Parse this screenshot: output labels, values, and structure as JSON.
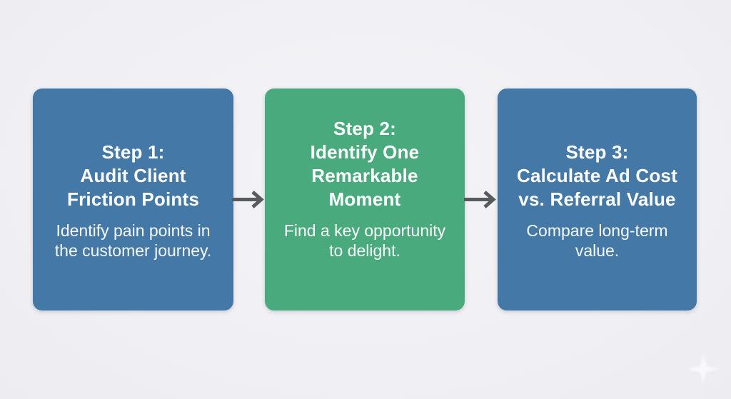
{
  "diagram": {
    "background_color": "#f0f0f4",
    "arrow_color": "#595a5e",
    "sparkle_color": "#ffffff",
    "cards": [
      {
        "step": "Step 1",
        "title": "Step 1:\nAudit Client\nFriction Points",
        "description": "Identify pain points in\nthe customer journey.",
        "color": "#4478a7",
        "text_color": "#ffffff"
      },
      {
        "step": "Step 2",
        "title": "Step 2:\nIdentify One\nRemarkable\nMoment",
        "description": "Find a key opportunity\nto delight.",
        "color": "#49ab7d",
        "text_color": "#ffffff"
      },
      {
        "step": "Step 3",
        "title": "Step 3:\nCalculate Ad Cost\nvs. Referral Value",
        "description": "Compare long-term\nvalue.",
        "color": "#4478a7",
        "text_color": "#ffffff"
      }
    ]
  }
}
